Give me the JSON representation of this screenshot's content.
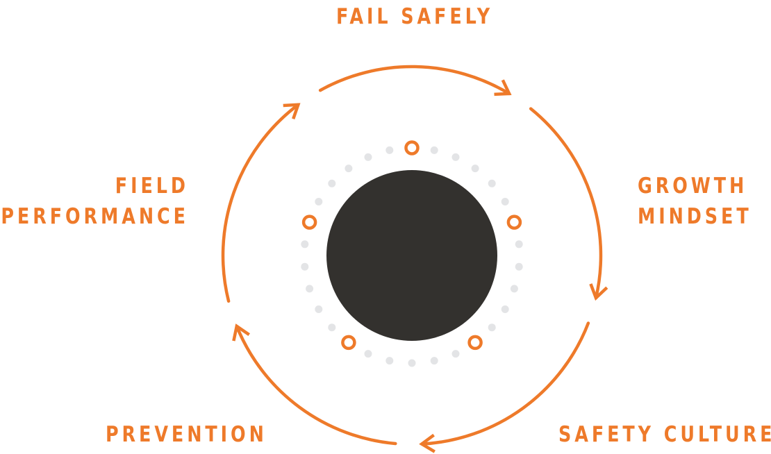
{
  "diagram": {
    "title": "Safety cycle",
    "colors": {
      "accent": "#ee7a2a",
      "core": "#33312e",
      "dot": "#e3e4e6",
      "background": "#ffffff"
    },
    "stages": [
      {
        "id": "fail-safely",
        "lines": [
          "FAIL SAFELY"
        ]
      },
      {
        "id": "growth-mindset",
        "lines": [
          "GROWTH",
          "MINDSET"
        ]
      },
      {
        "id": "safety-culture",
        "lines": [
          "SAFETY CULTURE"
        ]
      },
      {
        "id": "prevention",
        "lines": [
          "PREVENTION"
        ]
      },
      {
        "id": "field-performance",
        "lines": [
          "FIELD",
          "PERFORMANCE"
        ]
      }
    ],
    "cycle_direction": "clockwise",
    "ring_dot_count": 30,
    "ring_marker_every": 6
  }
}
